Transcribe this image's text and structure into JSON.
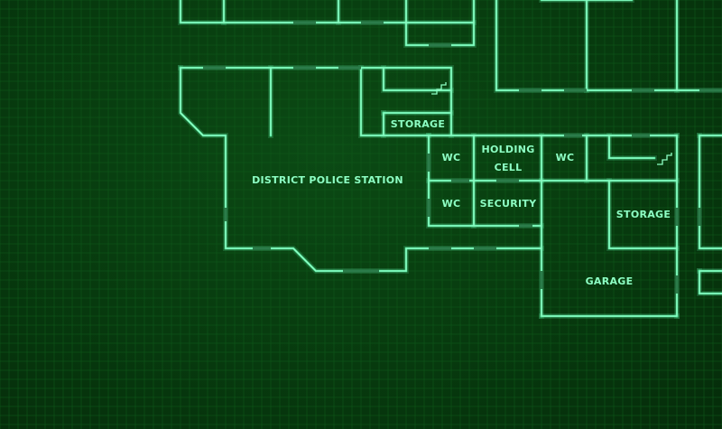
{
  "map": {
    "rooms": [
      {
        "id": "police-station",
        "label": "DISTRICT POLICE STATION"
      },
      {
        "id": "storage-top",
        "label": "STORAGE"
      },
      {
        "id": "wc-1",
        "label": "WC"
      },
      {
        "id": "holding-cell",
        "label": "HOLDING",
        "label2": "CELL"
      },
      {
        "id": "wc-2",
        "label": "WC"
      },
      {
        "id": "wc-3",
        "label": "WC"
      },
      {
        "id": "security",
        "label": "SECURITY"
      },
      {
        "id": "storage-right",
        "label": "STORAGE"
      },
      {
        "id": "garage",
        "label": "GARAGE"
      }
    ],
    "colors": {
      "background": "#073a0e",
      "wall": "#5cf0a6",
      "label": "#8dffc4"
    }
  }
}
